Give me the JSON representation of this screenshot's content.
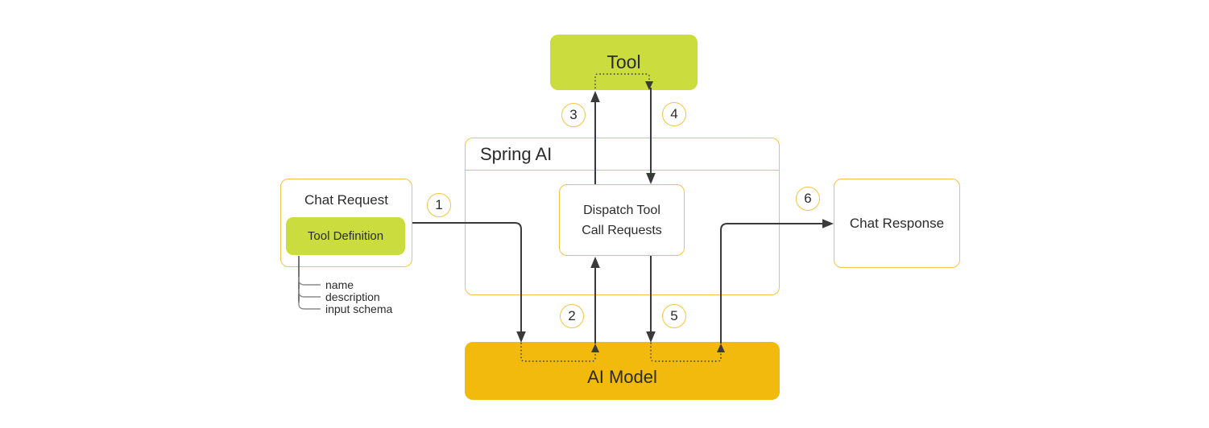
{
  "colors": {
    "lime": "#CBDC3E",
    "gold": "#F2BA0D",
    "border_gold": "#F5C341",
    "line_dark": "#3A3A3A",
    "text_dark": "#2B2B2B"
  },
  "nodes": {
    "tool": "Tool",
    "spring_ai": "Spring AI",
    "dispatch": "Dispatch Tool\nCall Requests",
    "chat_request": "Chat Request",
    "tool_definition": "Tool Definition",
    "chat_response": "Chat Response",
    "ai_model": "AI Model"
  },
  "tool_definition_attributes": [
    "name",
    "description",
    "input schema"
  ],
  "steps": [
    "1",
    "2",
    "3",
    "4",
    "5",
    "6"
  ]
}
